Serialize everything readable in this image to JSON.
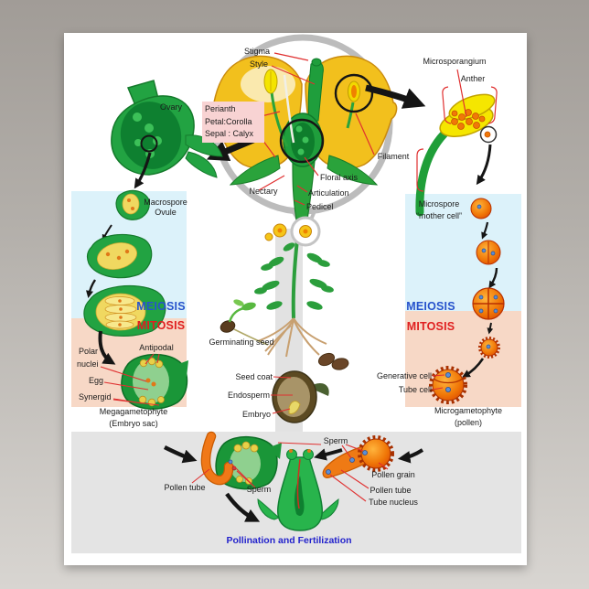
{
  "diagram": {
    "flower": {
      "stigma": "Stigma",
      "style": "Style",
      "perianth": [
        "Perianth",
        "Petal:Corolla",
        "Sepal : Calyx"
      ],
      "floral_axis": "Floral axis",
      "nectary": "Nectary",
      "articulation": "Articulation",
      "pedicel": "Pedicel",
      "filament": "Filament"
    },
    "anther_detail": {
      "microsporangium": "Microsporangium",
      "anther": "Anther"
    },
    "female_path": {
      "ovary": "Ovary",
      "macrospore": "Macrospore",
      "ovule": "Ovule",
      "meiosis": "MEIOSIS",
      "mitosis": "MITOSIS",
      "antipodal": "Antipodal",
      "polar": "Polar",
      "nuclei": "nuclei",
      "egg": "Egg",
      "synergid": "Synergid",
      "megagametophyte": "Megagametophyte",
      "embryo_sac": "(Embryo sac)"
    },
    "male_path": {
      "microspore": "Microspore",
      "mother_cell": "“mother cell”",
      "meiosis": "MEIOSIS",
      "mitosis": "MITOSIS",
      "generative_cell": "Generative cell",
      "tube_cell": "Tube cell",
      "microgametophyte": "Microgametophyte",
      "pollen": "(pollen)"
    },
    "seed_stage": {
      "germinating_seed": "Germinating seed",
      "seed_coat": "Seed coat",
      "endosperm": "Endosperm",
      "embryo": "Embryo"
    },
    "fertilization": {
      "pollen_tube_left": "Pollen tube",
      "sperm_left": "Sperm",
      "sperm_right": "Sperm",
      "pollen_grain": "Pollen grain",
      "pollen_tube_right": "Pollen tube",
      "tube_nucleus": "Tube nucleus",
      "caption": "Pollination and Fertilization"
    },
    "colors": {
      "meiosis_text": "#2753cc",
      "mitosis_text": "#e02020",
      "caption_text": "#2323cc",
      "stage_box_blue": "#dcf2fa",
      "stage_box_pink": "#f7d8c6",
      "fertilization_box_gray": "#e4e4e4",
      "perianth_label_pink": "#f8d3d3",
      "leader_line_red": "#e03030"
    }
  }
}
